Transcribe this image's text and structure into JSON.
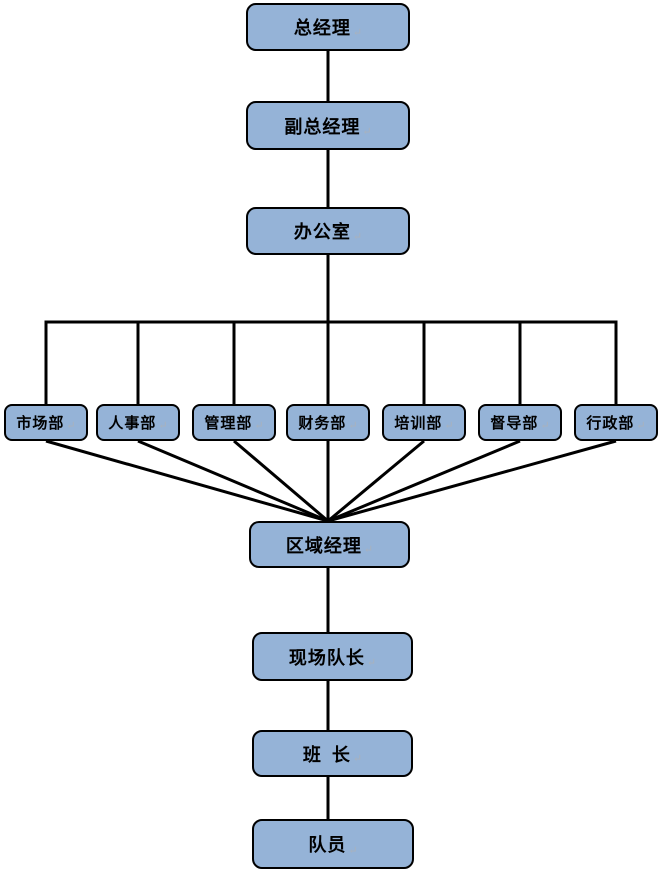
{
  "org": {
    "type": "org-chart",
    "levels": {
      "top": [
        "总经理",
        "副总经理",
        "办公室"
      ],
      "departments": [
        "市场部",
        "人事部",
        "管理部",
        "财务部",
        "培训部",
        "督导部",
        "行政部"
      ],
      "bottom": [
        "区域经理",
        "现场队长",
        "班 长",
        "队员"
      ]
    },
    "paragraph_mark": "↵",
    "colors": {
      "box_fill": "#95B3D7",
      "box_border": "#000000",
      "line": "#000000"
    }
  }
}
